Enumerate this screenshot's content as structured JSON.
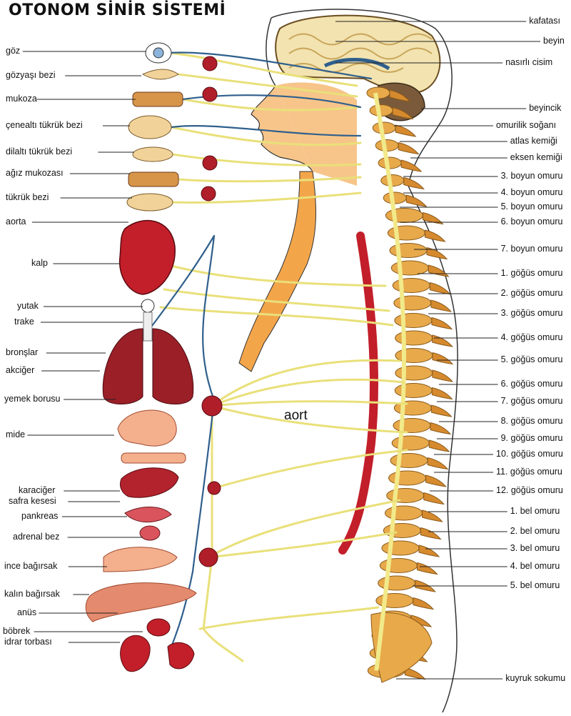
{
  "title": "OTONOM SİNİR SİSTEMİ",
  "center_label": "aort",
  "left_labels": [
    "göz",
    "gözyaşı bezi",
    "mukoza",
    "çenealtı tükrük bezi",
    "dilaltı tükrük bezi",
    "ağız mukozası",
    "tükrük bezi",
    "aorta",
    "kalp",
    "yutak",
    "trake",
    "bronşlar",
    "akciğer",
    "yemek borusu",
    "mide",
    "karaciğer",
    "safra kesesi",
    "pankreas",
    "adrenal bez",
    "ince bağırsak",
    "kalın bağırsak",
    "anüs",
    "böbrek",
    "idrar torbası"
  ],
  "right_labels": [
    "kafatası",
    "beyin",
    "nasırlı cisim",
    "beyincik",
    "omurilik soğanı",
    "atlas kemiği",
    "eksen kemiği",
    "3. boyun omuru",
    "4. boyun omuru",
    "5. boyun omuru",
    "6. boyun omuru",
    "7. boyun omuru",
    "1. göğüs omuru",
    "2. göğüs omuru",
    "3. göğüs omuru",
    "4. göğüs omuru",
    "5. göğüs omuru",
    "6. göğüs omuru",
    "7. göğüs omuru",
    "8. göğüs omuru",
    "9. göğüs omuru",
    "10. göğüs omuru",
    "11. göğüs omuru",
    "12. göğüs omuru",
    "1. bel omuru",
    "2. bel omuru",
    "3. bel omuru",
    "4. bel omuru",
    "5. bel omuru",
    "kuyruk sokumu"
  ],
  "colors": {
    "nerve": "#e9e07a",
    "vessel": "#2f5f8c",
    "bone": "#e7a94a",
    "organ": "#c21f2a",
    "skin": "#f7c58a",
    "ganglion": "#b01e2a"
  }
}
